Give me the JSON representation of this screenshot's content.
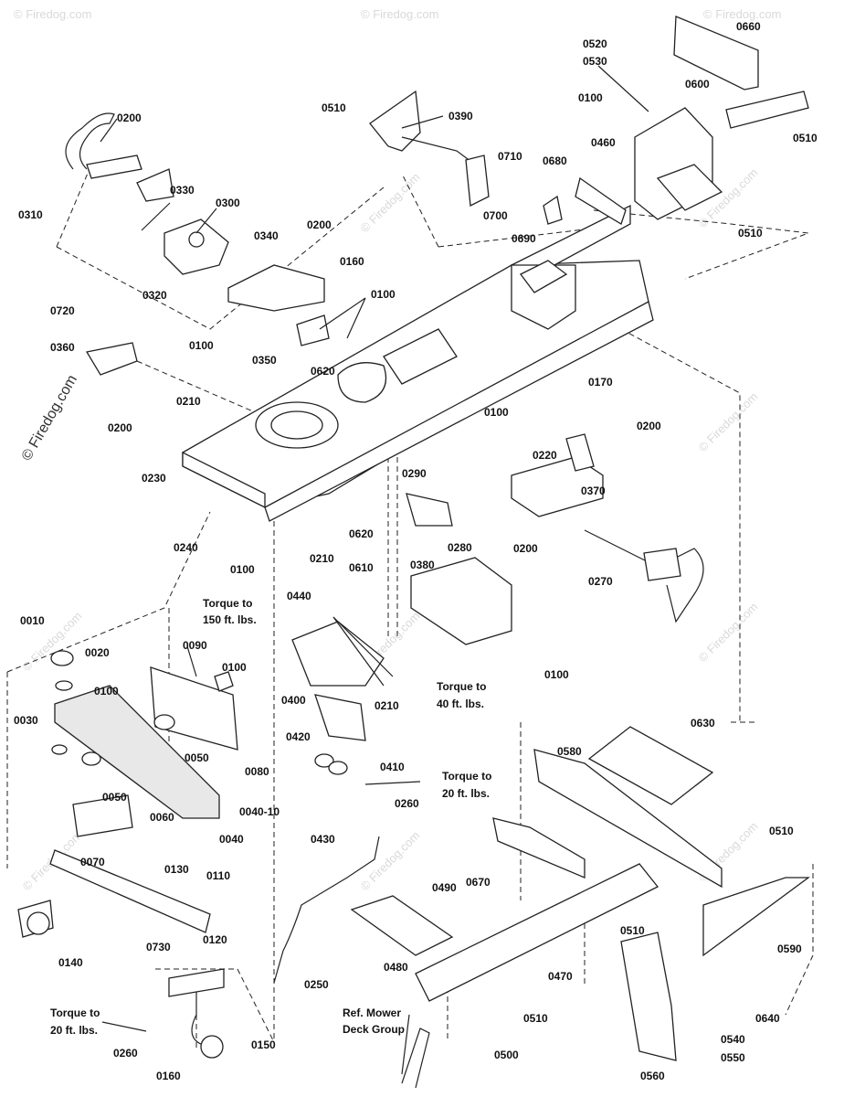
{
  "watermarks": [
    "© Firedog.com"
  ],
  "side_watermark": "© Firedog.com",
  "labels": {
    "l0660": "0660",
    "l0520": "0520",
    "l0530": "0530",
    "l0600": "0600",
    "l0510a": "0510",
    "l0100a": "0100",
    "l0460": "0460",
    "l0510b": "0510",
    "l0390": "0390",
    "l0200a": "0200",
    "l0310": "0310",
    "l0330": "0330",
    "l0300": "0300",
    "l0320": "0320",
    "l0200b": "0200",
    "l0340": "0340",
    "l0160": "0160",
    "l0100b": "0100",
    "l0100c": "0100",
    "l0350": "0350",
    "l0710": "0710",
    "l0680": "0680",
    "l0700": "0700",
    "l0690": "0690",
    "l0510c": "0510",
    "l0720": "0720",
    "l0360": "0360",
    "l0200c": "0200",
    "l0620a": "0620",
    "l0170": "0170",
    "l0210a": "0210",
    "l0100d": "0100",
    "l0200d": "0200",
    "l0220": "0220",
    "l0290": "0290",
    "l0370": "0370",
    "l0230": "0230",
    "l0240": "0240",
    "l0100e": "0100",
    "l0210b": "0210",
    "l0620b": "0620",
    "l0610": "0610",
    "l0280": "0280",
    "l0200e": "0200",
    "l0270": "0270",
    "l0380": "0380",
    "l0100f": "0100",
    "l0010": "0010",
    "l0020": "0020",
    "l0100g": "0100",
    "l0030": "0030",
    "l0090": "0090",
    "l0100h": "0100",
    "l0050a": "0050",
    "l0080": "0080",
    "l0050b": "0050",
    "l0060": "0060",
    "l0040": "0040",
    "l0040_10": "0040-10",
    "l0070": "0070",
    "l0440": "0440",
    "l0400": "0400",
    "l0210c": "0210",
    "l0420": "0420",
    "l0410": "0410",
    "l0260a": "0260",
    "l0430": "0430",
    "l0130": "0130",
    "l0110": "0110",
    "l0140": "0140",
    "l0730": "0730",
    "l0120": "0120",
    "l0260b": "0260",
    "l0150": "0150",
    "l0160b": "0160",
    "l0250": "0250",
    "l0630": "0630",
    "l0580": "0580",
    "l0510d": "0510",
    "l0670": "0670",
    "l0490": "0490",
    "l0510e": "0510",
    "l0590": "0590",
    "l0480": "0480",
    "l0470": "0470",
    "l0510f": "0510",
    "l0640": "0640",
    "l0540": "0540",
    "l0550": "0550",
    "l0500": "0500",
    "l0560": "0560"
  },
  "notes": {
    "torque150_a": "Torque to",
    "torque150_b": "150 ft. lbs.",
    "torque40_a": "Torque to",
    "torque40_b": "40 ft. lbs.",
    "torque20a_a": "Torque to",
    "torque20a_b": "20 ft. lbs.",
    "torque20b_a": "Torque to",
    "torque20b_b": "20 ft. lbs.",
    "ref_a": "Ref. Mower",
    "ref_b": "Deck Group"
  }
}
